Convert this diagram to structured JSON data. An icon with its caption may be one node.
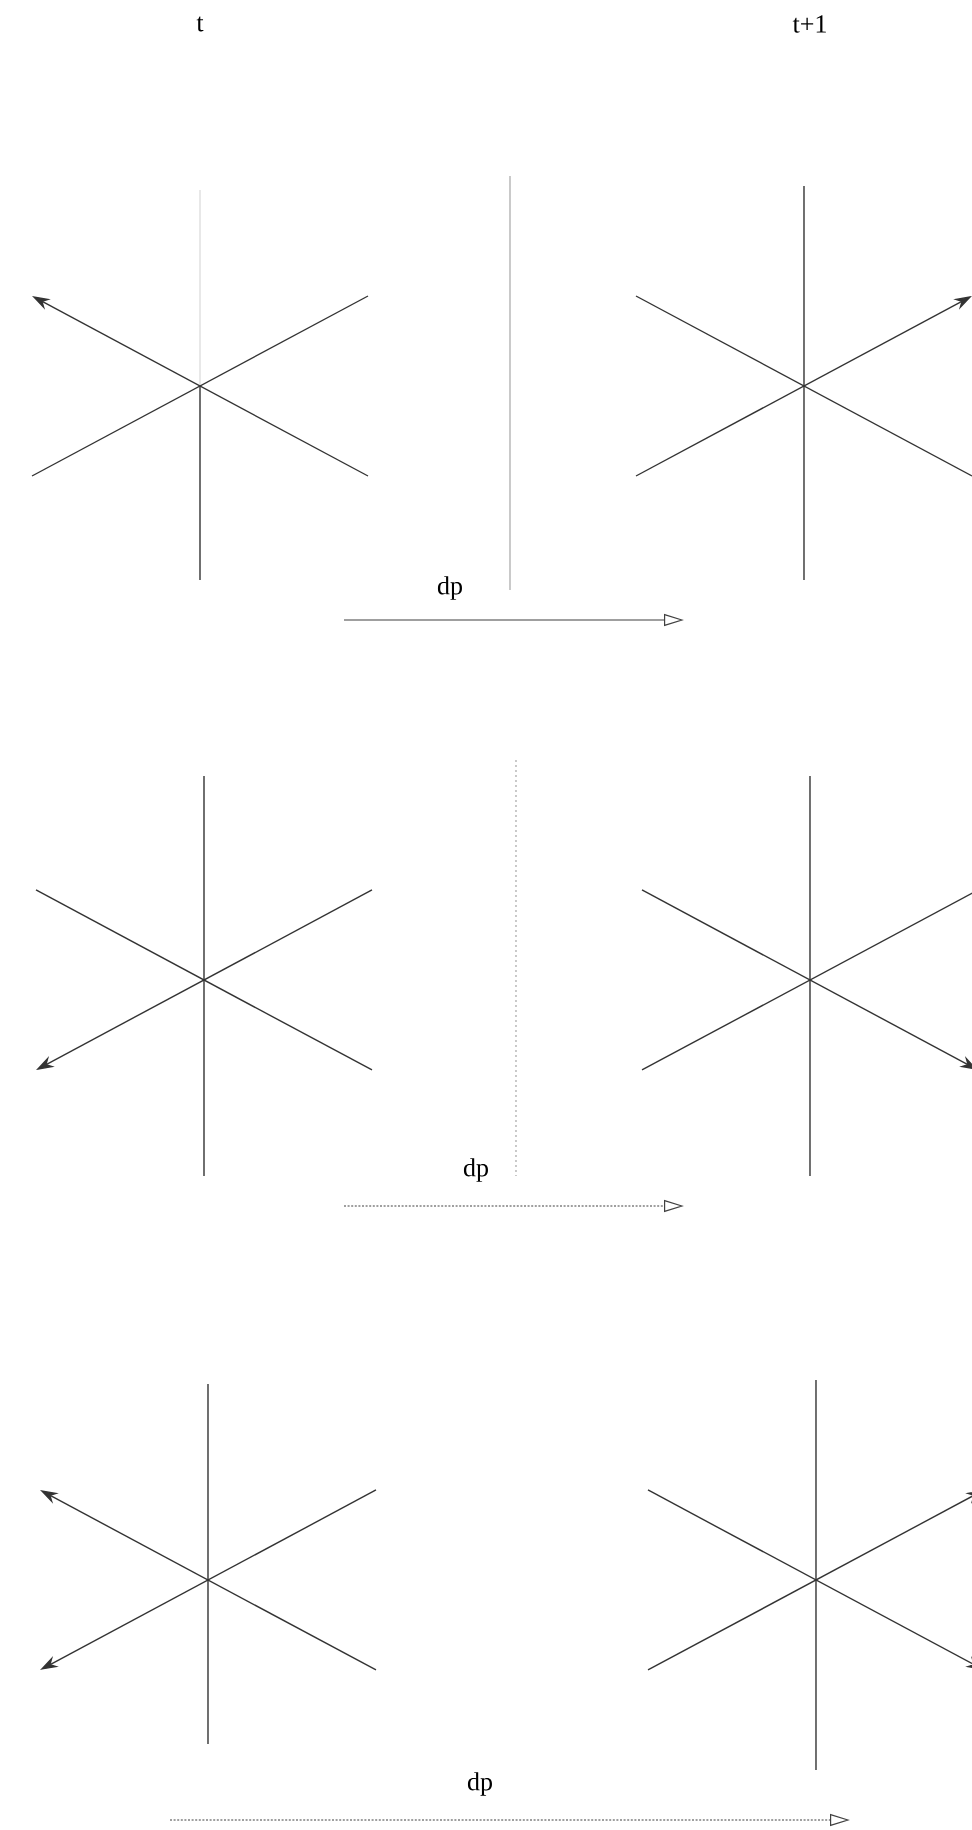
{
  "diagram": {
    "labels": [
      "t",
      "t+1",
      "dp",
      "dp",
      "dp"
    ]
  }
}
